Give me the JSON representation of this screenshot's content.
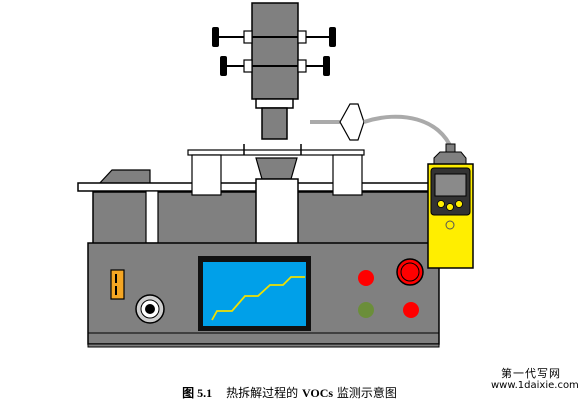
{
  "figure": {
    "number": "图 5.1",
    "caption_pre": "热拆解过程的 ",
    "caption_bold": "VOCs",
    "caption_post": " 监测示意图"
  },
  "watermark": {
    "line1": "第一代写网",
    "line2": "www.1daixie.com"
  },
  "colors": {
    "machine_body": "#808080",
    "machine_dark": "#666666",
    "screen_bg": "#00a0e9",
    "screen_line": "#f0e000",
    "red_button": "#ff0000",
    "green_button": "#6b8e3a",
    "detector_yellow": "#ffee00",
    "detector_display": "#8a8a8a",
    "switch_orange": "#f5a623"
  },
  "icons": {
    "emergency_stop": "emergency-stop-icon",
    "knob": "knob-icon",
    "power_switch": "power-switch-icon",
    "gas_detector": "gas-detector-icon",
    "sampling_probe": "sampling-probe-icon"
  }
}
